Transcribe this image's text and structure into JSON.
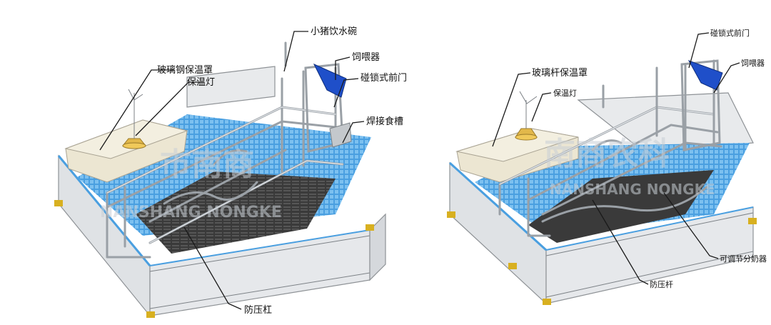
{
  "left_diagram": {
    "labels": {
      "piglet_water_bowl": "小猪饮水碗",
      "fiberglass_heat_cover": "玻璃钢保温罩",
      "feeder": "饲喂器",
      "heat_lamp": "保温灯",
      "bump_lock_front_door": "碰锁式前门",
      "welded_trough": "焊接食槽",
      "anti_crush_bar": "防压杠"
    }
  },
  "right_diagram": {
    "labels": {
      "bump_lock_front_door": "碰锁式前门",
      "feeder": "饲喂器",
      "fiberglass_rod_heat_cover": "玻璃杆保温罩",
      "heat_lamp": "保温灯",
      "adjustable_nursing_divider": "可调节分奶器",
      "anti_crush_rod": "防压杆"
    }
  },
  "watermark": {
    "brand_en": "NANSHANG NONGKE",
    "brand_en_right": "NANSHANG NONGKE"
  },
  "colors": {
    "floor_blue": "#4a9fe0",
    "floor_blue_dark": "#2f7fc4",
    "feeder_blue": "#1f4fc9",
    "panel_gray": "#e3e5e8",
    "cover_beige": "#ece6d2",
    "lamp_yellow": "#e2b84a",
    "foot_yellow": "#d8b020",
    "dark_floor": "#3a3a3a"
  }
}
